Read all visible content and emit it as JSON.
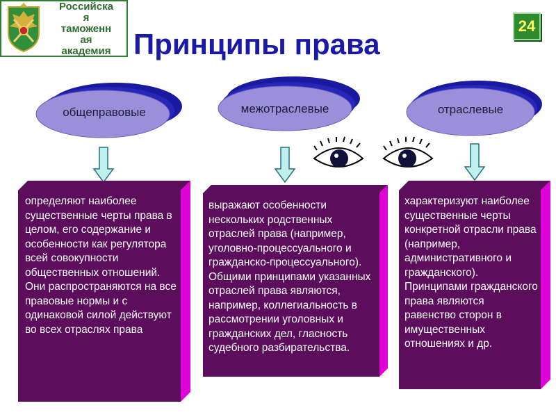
{
  "logo": {
    "text_lines": [
      "Российска",
      "я",
      "таможенн",
      "ая",
      "академия"
    ],
    "emblem_icon": "customs-eagle-emblem"
  },
  "title": "Принципы права",
  "slide_number": "24",
  "columns": [
    {
      "oval_label": "общеправовые",
      "description": "определяют наиболее существенные черты права в целом, его содержание и особенности как регулятора всей совокупности общественных отношений. Они распространяются на все правовые нормы и с одинаковой силой действуют во всех отраслях права"
    },
    {
      "oval_label": "межотраслевые",
      "description": "выражают особенности нескольких родственных отраслей права (например, уголовно-процессуального и гражданско-процессуального). Общими принципами указанных отраслей права являются, например, коллегиальность в рассмотрении уголовных и гражданских дел, гласность судебного разбирательства."
    },
    {
      "oval_label": "отраслевые",
      "description": "характеризуют наиболее существенные черты конкретной отрасли права (например, административного и гражданского). Принципами гражданского права являются равенство сторон в имущественных отношениях и др."
    }
  ],
  "icons": [
    "eyes-icon",
    "down-arrow-icon"
  ],
  "colors": {
    "title": "#1a1aa6",
    "oval_fill": "#9b8fd9",
    "oval_shadow": "#1a1aa0",
    "box_front": "#5c0d5c",
    "box_side": "#e000d8",
    "arrow": "#bff0f0",
    "logo_green": "#2e7d32"
  }
}
